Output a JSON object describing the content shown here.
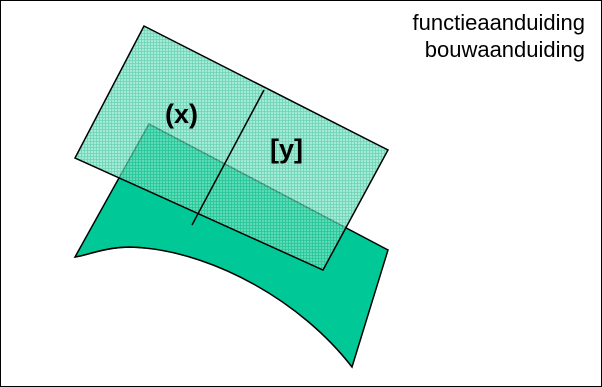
{
  "legend": {
    "function_designation": "functieaanduiding",
    "building_designation": "bouwaanduiding"
  },
  "zones": {
    "left_label": "(x)",
    "right_label": "[y]"
  },
  "colors": {
    "base_fill": "#00C896",
    "hatch_fill": "#7FE3C7",
    "hatch_line": "#33C496",
    "outline": "#000000"
  }
}
